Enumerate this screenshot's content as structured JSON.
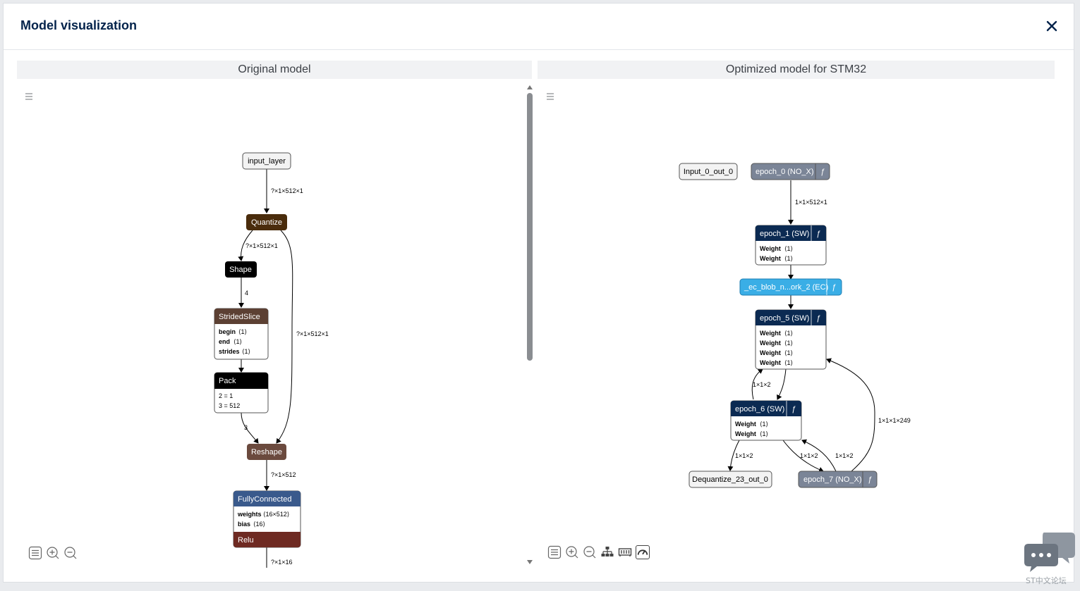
{
  "dialog": {
    "title": "Model visualization",
    "close_icon": "close-icon"
  },
  "panes": {
    "left_title": "Original model",
    "right_title": "Optimized model for STM32"
  },
  "left_graph": {
    "nodes": {
      "input": "input_layer",
      "quantize": "Quantize",
      "shape": "Shape",
      "strided": "StridedSlice",
      "pack": "Pack",
      "reshape": "Reshape",
      "fc": "FullyConnected",
      "relu": "Relu"
    },
    "attrs": {
      "strided_begin_k": "begin",
      "strided_begin_v": "⟨1⟩",
      "strided_end_k": "end",
      "strided_end_v": "⟨1⟩",
      "strided_strides_k": "strides",
      "strided_strides_v": "⟨1⟩",
      "pack_a": "2 = 1",
      "pack_b": "3 = 512",
      "fc_weights_k": "weights",
      "fc_weights_v": "⟨16×512⟩",
      "fc_bias_k": "bias",
      "fc_bias_v": "⟨16⟩"
    },
    "edges": {
      "e1": "?×1×512×1",
      "e2": "?×1×512×1",
      "e3": "4",
      "e4": "?×1×512×1",
      "e5": "3",
      "e6": "?×1×512",
      "e7": "?×1×16"
    }
  },
  "right_graph": {
    "nodes": {
      "input_out": "Input_0_out_0",
      "epoch0": "epoch_0 (NO_X)",
      "epoch1": "epoch_1 (SW)",
      "ecblob": "_ec_blob_n...ork_2 (EC)",
      "epoch5": "epoch_5 (SW)",
      "epoch6": "epoch_6 (SW)",
      "dequant": "Dequantize_23_out_0",
      "epoch7": "epoch_7 (NO_X)"
    },
    "func_glyph": "ƒ",
    "weight_label": "Weight",
    "weight_value": "⟨1⟩",
    "edges": {
      "e1": "1×1×512×1",
      "e2": "1×1×2",
      "e3": "1×1×1×249",
      "e4": "1×1×2",
      "e5": "1×1×2",
      "e6": "1×1×2"
    }
  },
  "toolbars": {
    "left": [
      "list-icon",
      "zoom-in-icon",
      "zoom-out-icon"
    ],
    "right": [
      "list-icon",
      "zoom-in-icon",
      "zoom-out-icon",
      "hierarchy-icon",
      "memory-icon",
      "speedometer-icon"
    ]
  },
  "watermark": "ST中文论坛",
  "colors": {
    "title": "#03234b",
    "quantize": "#4a2c0c",
    "black_node": "#000000",
    "strided": "#5c4033",
    "reshape": "#6b4a3e",
    "fc": "#3a5a8c",
    "relu": "#6e2a22",
    "sw_epoch": "#0b2a52",
    "nox_epoch": "#7b8597",
    "ec_blob": "#3aaee6"
  }
}
